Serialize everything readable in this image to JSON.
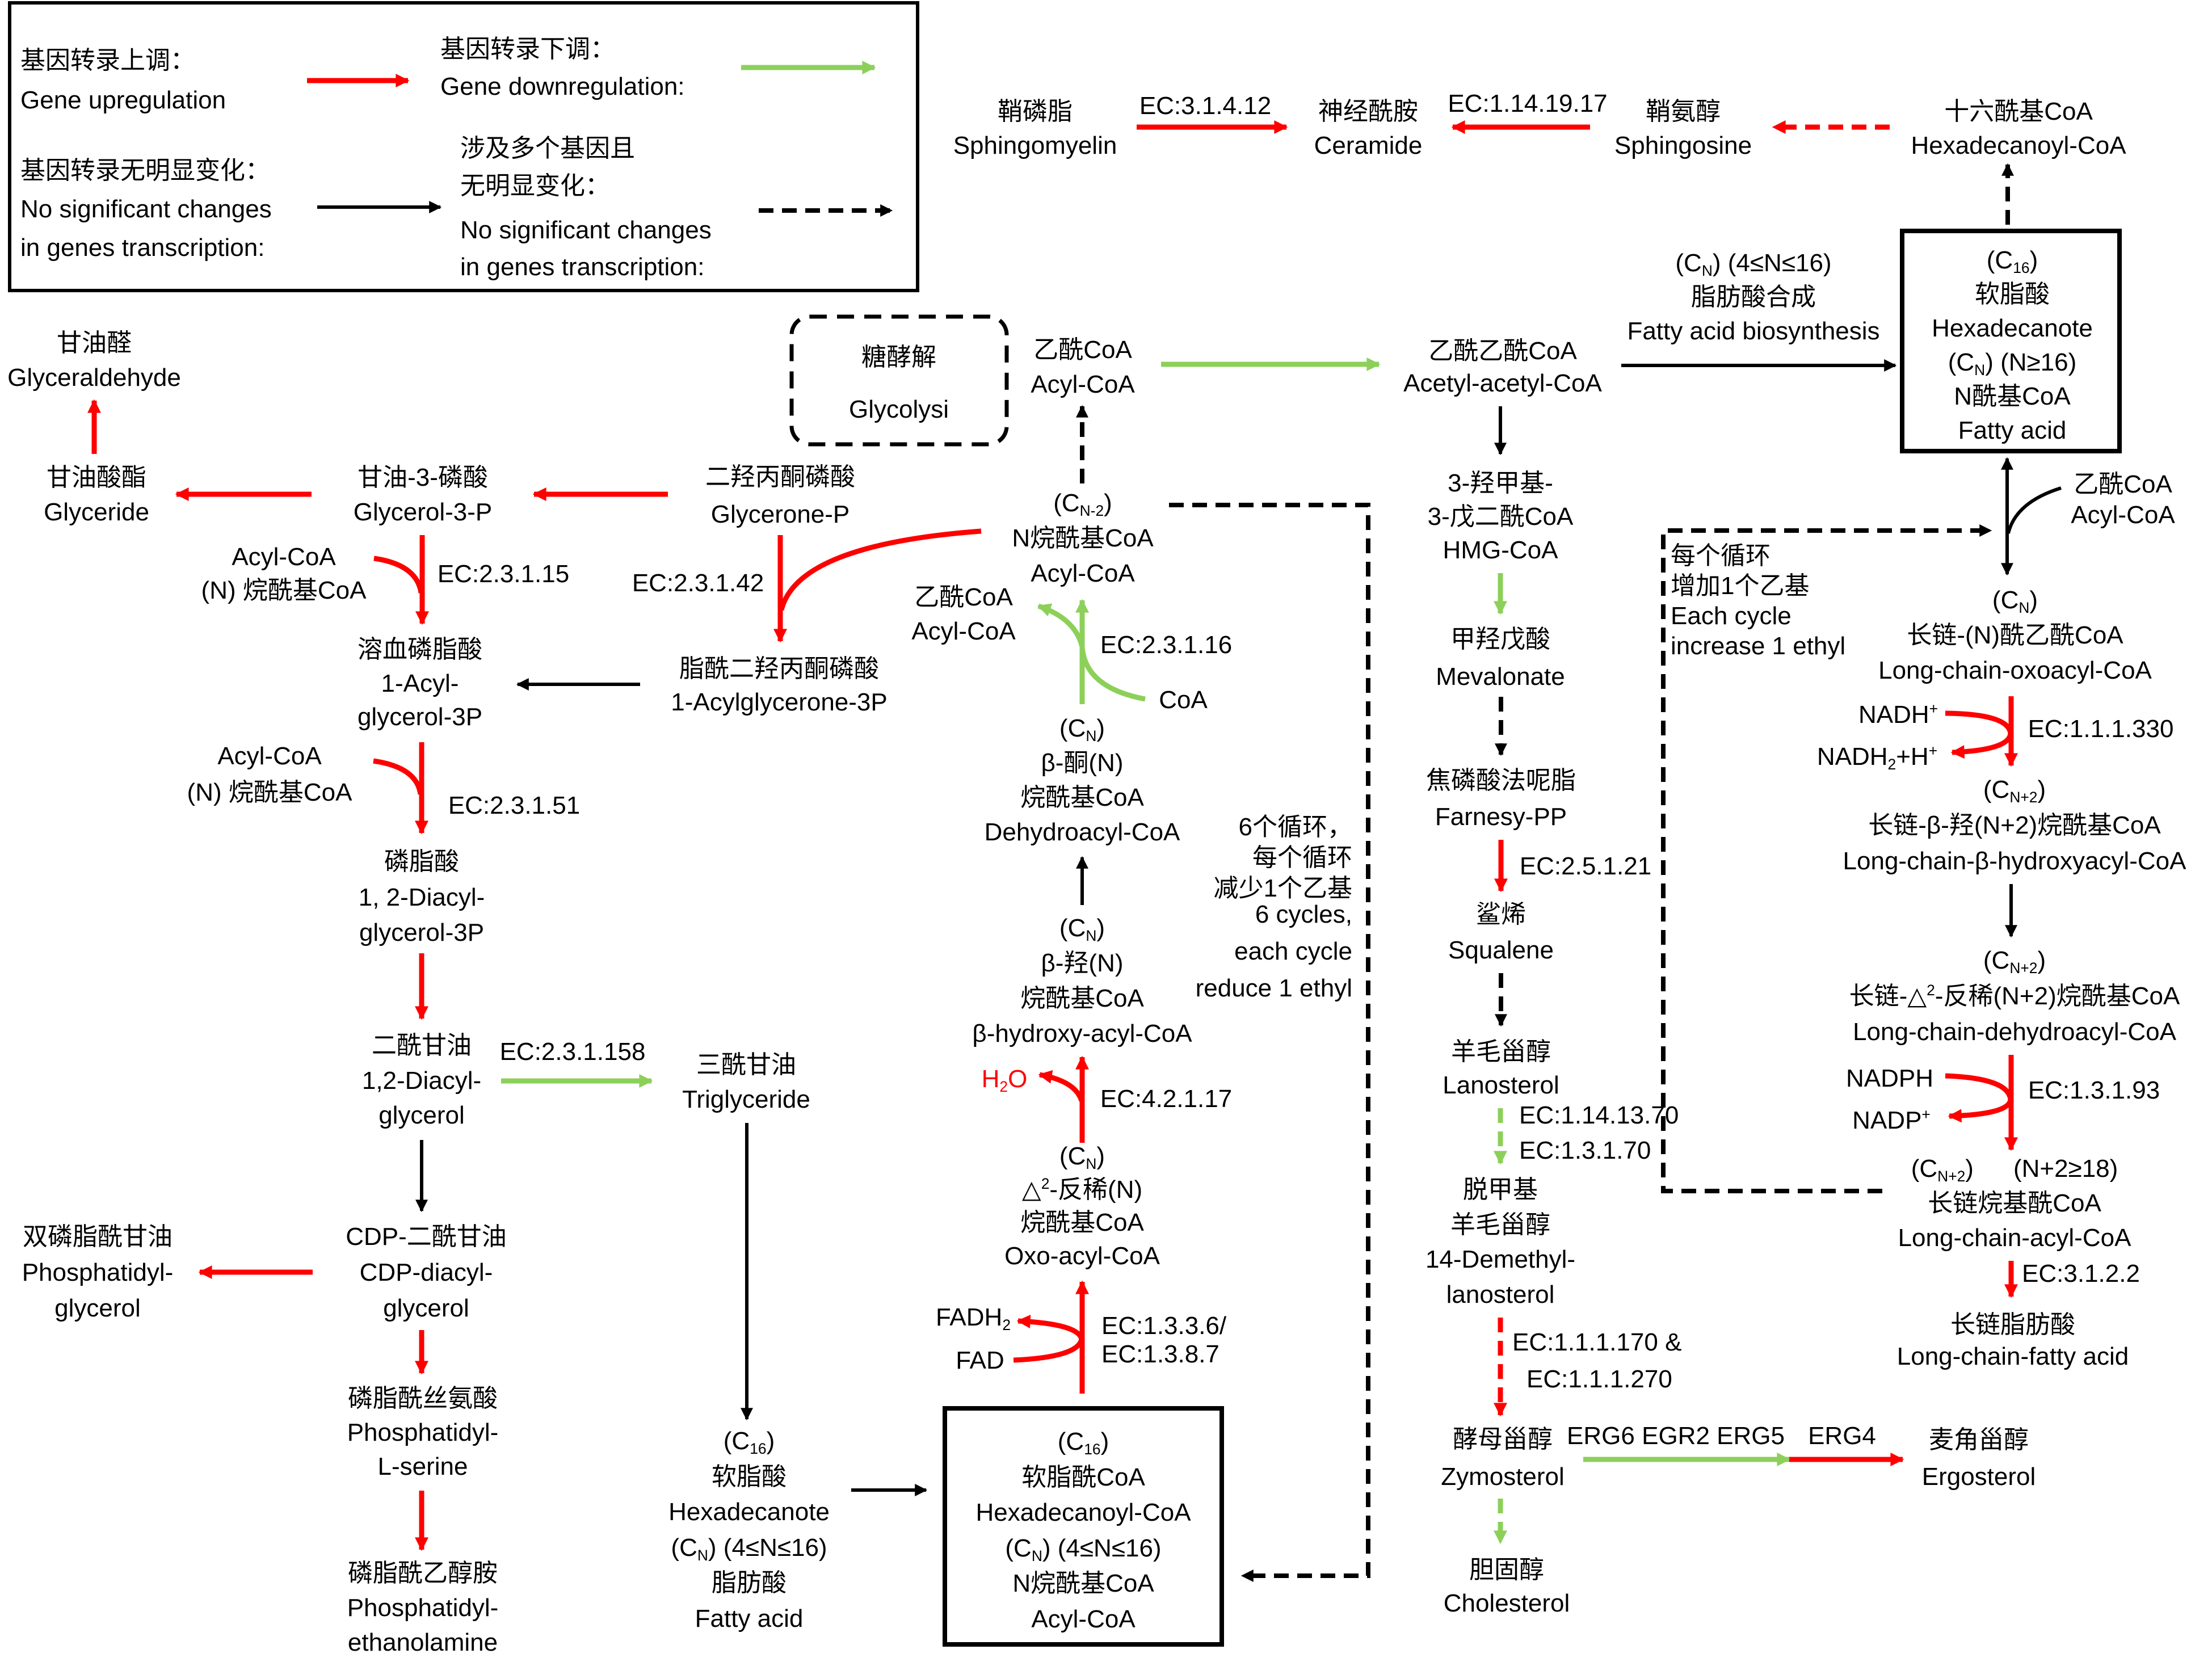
{
  "legend": {
    "colors": {
      "up": "#ff0000",
      "down": "#8cd05a",
      "none": "#000000"
    },
    "items": {
      "up": {
        "zh": [
          "基因转录上调："
        ],
        "en": [
          "Gene upregulation"
        ],
        "regulation": "up",
        "multi_gene": false
      },
      "down": {
        "zh": [
          "基因转录下调："
        ],
        "en": [
          "Gene downregulation:"
        ],
        "regulation": "down",
        "multi_gene": false
      },
      "none": {
        "zh": [
          "基因转录无明显变化："
        ],
        "en": [
          "No significant changes",
          "in genes transcription:"
        ],
        "regulation": "none",
        "multi_gene": false
      },
      "multi": {
        "zh": [
          "涉及多个基因且",
          "无明显变化："
        ],
        "en": [
          "No significant changes",
          "in genes transcription:"
        ],
        "regulation": "none",
        "multi_gene": true
      }
    }
  },
  "nodes": {
    "sphingomyelin": [
      "鞘磷脂",
      "Sphingomyelin"
    ],
    "ceramide": [
      "神经酰胺",
      "Ceramide"
    ],
    "sphingosine": [
      "鞘氨醇",
      "Sphingosine"
    ],
    "hexadecanoyl_coa": [
      "十六酰基CoA",
      "Hexadecanoyl-CoA"
    ],
    "fatty_acid_box": [
      {
        "a": "(C",
        "sub": "16",
        "b": ")"
      },
      "软脂酸",
      "Hexadecanote",
      {
        "a": "(C",
        "sub": "N",
        "b": ") (N≥16)"
      },
      "N酰基CoA",
      "Fatty acid"
    ],
    "acetyl_acetyl_coa": [
      "乙酰乙酰CoA",
      "Acetyl-acetyl-CoA"
    ],
    "acyl_coa_top": [
      "乙酰CoA",
      "Acyl-CoA"
    ],
    "glycolysis": [
      "糖酵解",
      "Glycolysi"
    ],
    "glyceraldehyde": [
      "甘油醛",
      "Glyceraldehyde"
    ],
    "glyceride": [
      "甘油酸酯",
      "Glyceride"
    ],
    "glycerol_3_p": [
      "甘油-3-磷酸",
      "Glycerol-3-P"
    ],
    "glycerone_p": [
      "二羟丙酮磷酸",
      "Glycerone-P"
    ],
    "acylglycerone_3p": [
      "脂酰二羟丙酮磷酸",
      "1-Acylglycerone-3P"
    ],
    "lysophosphatidic_acid": [
      "溶血磷脂酸",
      "1-Acyl-",
      "glycerol-3P"
    ],
    "phosphatidic_acid": [
      "磷脂酸",
      "1, 2-Diacyl-",
      "glycerol-3P"
    ],
    "diacylglycerol": [
      "二酰甘油",
      "1,2-Diacyl-",
      "glycerol"
    ],
    "triglyceride": [
      "三酰甘油",
      "Triglyceride"
    ],
    "cdp_diacylglycerol": [
      "CDP-二酰甘油",
      "CDP-diacyl-",
      "glycerol"
    ],
    "phosphatidylglycerol": [
      "双磷脂酰甘油",
      "Phosphatidyl-",
      "glycerol"
    ],
    "phosphatidylserine": [
      "磷脂酰丝氨酸",
      "Phosphatidyl-",
      "L-serine"
    ],
    "phosphatidylethanolamine": [
      "磷脂酰乙醇胺",
      "Phosphatidyl-",
      "ethanolamine"
    ],
    "hexadecanote_bottom": [
      {
        "a": "(C",
        "sub": "16",
        "b": ")"
      },
      "软脂酸",
      "Hexadecanote",
      {
        "a": "(C",
        "sub": "N",
        "b": ") (4≤N≤16)"
      },
      "脂肪酸",
      "Fatty acid"
    ],
    "hexadecanoyl_coa_box": [
      {
        "a": "(C",
        "sub": "16",
        "b": ")"
      },
      "软脂酰CoA",
      "Hexadecanoyl-CoA",
      {
        "a": "(C",
        "sub": "N",
        "b": ") (4≤N≤16)"
      },
      "N烷酰基CoA",
      "Acyl-CoA"
    ],
    "acyl_coa_cn2": [
      {
        "a": "(C",
        "sub": "N-2",
        "b": ")"
      },
      "N烷酰基CoA",
      "Acyl-CoA"
    ],
    "dehydroacyl_coa": [
      {
        "a": "(C",
        "sub": "N",
        "b": ")"
      },
      "β-酮(N)",
      "烷酰基CoA",
      "Dehydroacyl-CoA"
    ],
    "hydroxyacyl_coa": [
      {
        "a": "(C",
        "sub": "N",
        "b": ")"
      },
      "β-羟(N)",
      "烷酰基CoA",
      "β-hydroxy-acyl-CoA"
    ],
    "oxoacyl_coa": [
      {
        "a": "(C",
        "sub": "N",
        "b": ")"
      },
      {
        "a": "△",
        "sup": "2",
        "b": "-反稀(N)"
      },
      "烷酰基CoA",
      "Oxo-acyl-CoA"
    ],
    "hmg_coa": [
      "3-羟甲基-",
      "3-戊二酰CoA",
      "HMG-CoA"
    ],
    "mevalonate": [
      "甲羟戊酸",
      "Mevalonate"
    ],
    "farnesyl_pp": [
      "焦磷酸法呢脂",
      "Farnesy-PP"
    ],
    "squalene": [
      "鲨烯",
      "Squalene"
    ],
    "lanosterol": [
      "羊毛甾醇",
      "Lanosterol"
    ],
    "demethyl_lanosterol": [
      "脱甲基",
      "羊毛甾醇",
      "14-Demethyl-",
      "lanosterol"
    ],
    "zymosterol": [
      "酵母甾醇",
      "Zymosterol"
    ],
    "ergosterol": [
      "麦角甾醇",
      "Ergosterol"
    ],
    "cholesterol": [
      "胆固醇",
      "Cholesterol"
    ],
    "long_chain_oxoacyl_coa": [
      {
        "a": "(C",
        "sub": "N",
        "b": ")"
      },
      "长链-(N)酰乙酰CoA",
      "Long-chain-oxoacyl-CoA"
    ],
    "long_chain_hydroxyacyl_coa": [
      {
        "a": "(C",
        "sub": "N+2",
        "b": ")"
      },
      "长链-β-羟(N+2)烷酰基CoA",
      "Long-chain-β-hydroxyacyl-CoA"
    ],
    "long_chain_dehydroacyl_coa": [
      {
        "a": "(C",
        "sub": "N+2",
        "b": ")"
      },
      {
        "a": "长链-△",
        "sup": "2",
        "b": "-反稀(N+2)烷酰基CoA"
      },
      "Long-chain-dehydroacyl-CoA"
    ],
    "long_chain_acyl_coa": [
      {
        "a": "(C",
        "sub": "N+2",
        "b": ")",
        "c": "(N+2≥18)"
      },
      "长链烷基酰CoA",
      "Long-chain-acyl-CoA"
    ],
    "long_chain_fatty_acid": [
      "长链脂肪酸",
      "Long-chain-fatty acid"
    ]
  },
  "cofactors": {
    "acyl_coa_in_1": [
      "Acyl-CoA",
      "(N) 烷酰基CoA"
    ],
    "acyl_coa_in_2": [
      "Acyl-CoA",
      "(N) 烷酰基CoA"
    ],
    "acetyl_coa_out_mid": [
      "乙酰CoA",
      "Acyl-CoA"
    ],
    "coa_in_mid": "CoA",
    "h2o": {
      "a": "H",
      "sub": "2",
      "b": "O"
    },
    "fadh2": {
      "a": "FADH",
      "sub": "2"
    },
    "fad": "FAD",
    "acetyl_coa_in_right": [
      "乙酰CoA",
      "Acyl-CoA"
    ],
    "nadh_plus": {
      "a": "NADH",
      "sup": "+"
    },
    "nadh2_h_plus": {
      "a": "NADH",
      "sub": "2",
      "b": "+H",
      "sup": "+"
    },
    "nadph": "NADPH",
    "nadp_plus": {
      "a": "NADP",
      "sup": "+"
    }
  },
  "notes": {
    "fatty_acid_biosynthesis": [
      {
        "a": "(C",
        "sub": "N",
        "b": ") (4≤N≤16)"
      },
      "脂肪酸合成",
      "Fatty acid biosynthesis"
    ],
    "beta_oxidation_cycles": {
      "zh": [
        "6个循环，",
        "每个循环",
        "减少1个乙基"
      ],
      "en": [
        "6 cycles,",
        "each cycle",
        "reduce 1 ethyl"
      ]
    },
    "elongation_cycles": [
      "每个循环",
      "增加1个乙基",
      "Each cycle",
      "increase 1 ethyl"
    ]
  },
  "edges": {
    "sphingomyelin_to_ceramide": {
      "from": "sphingomyelin",
      "to": "ceramide",
      "regulation": "up",
      "multi_gene": false,
      "labels": [
        "EC:3.1.4.12"
      ]
    },
    "sphingosine_to_ceramide": {
      "from": "sphingosine",
      "to": "ceramide",
      "regulation": "up",
      "multi_gene": false,
      "labels": [
        "EC:1.14.19.17"
      ]
    },
    "hexadecanoyl_coa_to_sphingosine": {
      "from": "hexadecanoyl_coa",
      "to": "sphingosine",
      "regulation": "up",
      "multi_gene": true
    },
    "fatty_acid_to_hexadecanoyl_coa": {
      "from": "fatty_acid_box",
      "to": "hexadecanoyl_coa",
      "regulation": "none",
      "multi_gene": true
    },
    "acetyl_acetyl_coa_to_fatty_acid": {
      "from": "acetyl_acetyl_coa",
      "to": "fatty_acid_box",
      "regulation": "none",
      "multi_gene": false
    },
    "acyl_coa_to_acetyl_acetyl_coa": {
      "from": "acyl_coa_top",
      "to": "acetyl_acetyl_coa",
      "regulation": "down",
      "multi_gene": false
    },
    "acetyl_acetyl_coa_to_hmg_coa": {
      "from": "acetyl_acetyl_coa",
      "to": "hmg_coa",
      "regulation": "none",
      "multi_gene": false
    },
    "hmg_coa_to_mevalonate": {
      "from": "hmg_coa",
      "to": "mevalonate",
      "regulation": "down",
      "multi_gene": false
    },
    "mevalonate_to_farnesyl_pp": {
      "from": "mevalonate",
      "to": "farnesyl_pp",
      "regulation": "none",
      "multi_gene": true
    },
    "farnesyl_pp_to_squalene": {
      "from": "farnesyl_pp",
      "to": "squalene",
      "regulation": "up",
      "multi_gene": false,
      "labels": [
        "EC:2.5.1.21"
      ]
    },
    "squalene_to_lanosterol": {
      "from": "squalene",
      "to": "lanosterol",
      "regulation": "none",
      "multi_gene": true
    },
    "lanosterol_to_demethyl_lanosterol": {
      "from": "lanosterol",
      "to": "demethyl_lanosterol",
      "regulation": "down",
      "multi_gene": true,
      "labels": [
        "EC:1.14.13.70",
        "EC:1.3.1.70"
      ]
    },
    "demethyl_lanosterol_to_zymosterol": {
      "from": "demethyl_lanosterol",
      "to": "zymosterol",
      "regulation": "up",
      "multi_gene": true,
      "labels": [
        "EC:1.1.1.170 &",
        "EC:1.1.1.270"
      ]
    },
    "zymosterol_to_cholesterol": {
      "from": "zymosterol",
      "to": "cholesterol",
      "regulation": "down",
      "multi_gene": true
    },
    "zymosterol_to_ergosterol_erg6_erg2_erg5": {
      "from": "zymosterol",
      "to": "ergosterol",
      "regulation": "down",
      "multi_gene": false,
      "labels": [
        "ERG6 EGR2 ERG5"
      ]
    },
    "zymosterol_to_ergosterol_erg4": {
      "from": "zymosterol",
      "to": "ergosterol",
      "regulation": "up",
      "multi_gene": false,
      "labels": [
        "ERG4"
      ]
    },
    "fatty_acid_to_long_chain_oxoacyl_coa": {
      "from": "fatty_acid_box",
      "to": "long_chain_oxoacyl_coa",
      "regulation": "none",
      "multi_gene": false,
      "bidirectional": true
    },
    "long_chain_oxoacyl_to_hydroxyacyl": {
      "from": "long_chain_oxoacyl_coa",
      "to": "long_chain_hydroxyacyl_coa",
      "regulation": "up",
      "multi_gene": false,
      "labels": [
        "EC:1.1.1.330"
      ]
    },
    "long_chain_hydroxyacyl_to_dehydroacyl": {
      "from": "long_chain_hydroxyacyl_coa",
      "to": "long_chain_dehydroacyl_coa",
      "regulation": "none",
      "multi_gene": false
    },
    "long_chain_dehydroacyl_to_acyl": {
      "from": "long_chain_dehydroacyl_coa",
      "to": "long_chain_acyl_coa",
      "regulation": "up",
      "multi_gene": false,
      "labels": [
        "EC:1.3.1.93"
      ]
    },
    "long_chain_acyl_to_fatty_acid": {
      "from": "long_chain_acyl_coa",
      "to": "long_chain_fatty_acid",
      "regulation": "up",
      "multi_gene": false,
      "labels": [
        "EC:3.1.2.2"
      ]
    },
    "long_chain_acyl_elongation_loop": {
      "from": "long_chain_acyl_coa",
      "to": "long_chain_oxoacyl_coa",
      "regulation": "none",
      "multi_gene": true
    },
    "acyl_coa_cn2_to_acyl_coa": {
      "from": "acyl_coa_cn2",
      "to": "acyl_coa_top",
      "regulation": "none",
      "multi_gene": true
    },
    "acyl_coa_cn2_to_hexadecanoyl_coa_box": {
      "from": "acyl_coa_cn2",
      "to": "hexadecanoyl_coa_box",
      "regulation": "none",
      "multi_gene": true
    },
    "dehydroacyl_to_acyl_coa_cn2": {
      "from": "dehydroacyl_coa",
      "to": "acyl_coa_cn2",
      "regulation": "down",
      "multi_gene": false,
      "labels": [
        "EC:2.3.1.16"
      ]
    },
    "hydroxyacyl_to_dehydroacyl": {
      "from": "hydroxyacyl_coa",
      "to": "dehydroacyl_coa",
      "regulation": "none",
      "multi_gene": false
    },
    "oxoacyl_to_hydroxyacyl": {
      "from": "oxoacyl_coa",
      "to": "hydroxyacyl_coa",
      "regulation": "up",
      "multi_gene": false,
      "labels": [
        "EC:4.2.1.17"
      ]
    },
    "hexadecanoyl_coa_box_to_oxoacyl": {
      "from": "hexadecanoyl_coa_box",
      "to": "oxoacyl_coa",
      "regulation": "up",
      "multi_gene": false,
      "labels": [
        "EC:1.3.3.6/",
        "EC:1.3.8.7"
      ]
    },
    "glyceride_to_glyceraldehyde": {
      "from": "glyceride",
      "to": "glyceraldehyde",
      "regulation": "up",
      "multi_gene": false
    },
    "glycerol_3_p_to_glyceride": {
      "from": "glycerol_3_p",
      "to": "glyceride",
      "regulation": "up",
      "multi_gene": false
    },
    "glycerone_p_to_glycerol_3_p": {
      "from": "glycerone_p",
      "to": "glycerol_3_p",
      "regulation": "up",
      "multi_gene": false
    },
    "glycerol_3_p_to_lysophosphatidic_acid": {
      "from": "glycerol_3_p",
      "to": "lysophosphatidic_acid",
      "regulation": "up",
      "multi_gene": false,
      "labels": [
        "EC:2.3.1.15"
      ]
    },
    "glycerone_p_to_acylglycerone_3p": {
      "from": "glycerone_p",
      "to": "acylglycerone_3p",
      "regulation": "up",
      "multi_gene": false,
      "labels": [
        "EC:2.3.1.42"
      ]
    },
    "acylglycerone_3p_to_lysophosphatidic_acid": {
      "from": "acylglycerone_3p",
      "to": "lysophosphatidic_acid",
      "regulation": "none",
      "multi_gene": false
    },
    "lysophosphatidic_acid_to_phosphatidic_acid": {
      "from": "lysophosphatidic_acid",
      "to": "phosphatidic_acid",
      "regulation": "up",
      "multi_gene": false,
      "labels": [
        "EC:2.3.1.51"
      ]
    },
    "phosphatidic_acid_to_diacylglycerol": {
      "from": "phosphatidic_acid",
      "to": "diacylglycerol",
      "regulation": "up",
      "multi_gene": false
    },
    "diacylglycerol_to_triglyceride": {
      "from": "diacylglycerol",
      "to": "triglyceride",
      "regulation": "down",
      "multi_gene": false,
      "labels": [
        "EC:2.3.1.158"
      ]
    },
    "diacylglycerol_to_cdp_diacylglycerol": {
      "from": "diacylglycerol",
      "to": "cdp_diacylglycerol",
      "regulation": "none",
      "multi_gene": false
    },
    "cdp_diacylglycerol_to_phosphatidylglycerol": {
      "from": "cdp_diacylglycerol",
      "to": "phosphatidylglycerol",
      "regulation": "up",
      "multi_gene": false
    },
    "cdp_diacylglycerol_to_phosphatidylserine": {
      "from": "cdp_diacylglycerol",
      "to": "phosphatidylserine",
      "regulation": "up",
      "multi_gene": false
    },
    "phosphatidylserine_to_phosphatidylethanolamine": {
      "from": "phosphatidylserine",
      "to": "phosphatidylethanolamine",
      "regulation": "up",
      "multi_gene": false
    },
    "triglyceride_to_hexadecanote": {
      "from": "triglyceride",
      "to": "hexadecanote_bottom",
      "regulation": "none",
      "multi_gene": false
    },
    "hexadecanote_to_hexadecanoyl_coa_box": {
      "from": "hexadecanote_bottom",
      "to": "hexadecanoyl_coa_box",
      "regulation": "none",
      "multi_gene": false
    }
  }
}
